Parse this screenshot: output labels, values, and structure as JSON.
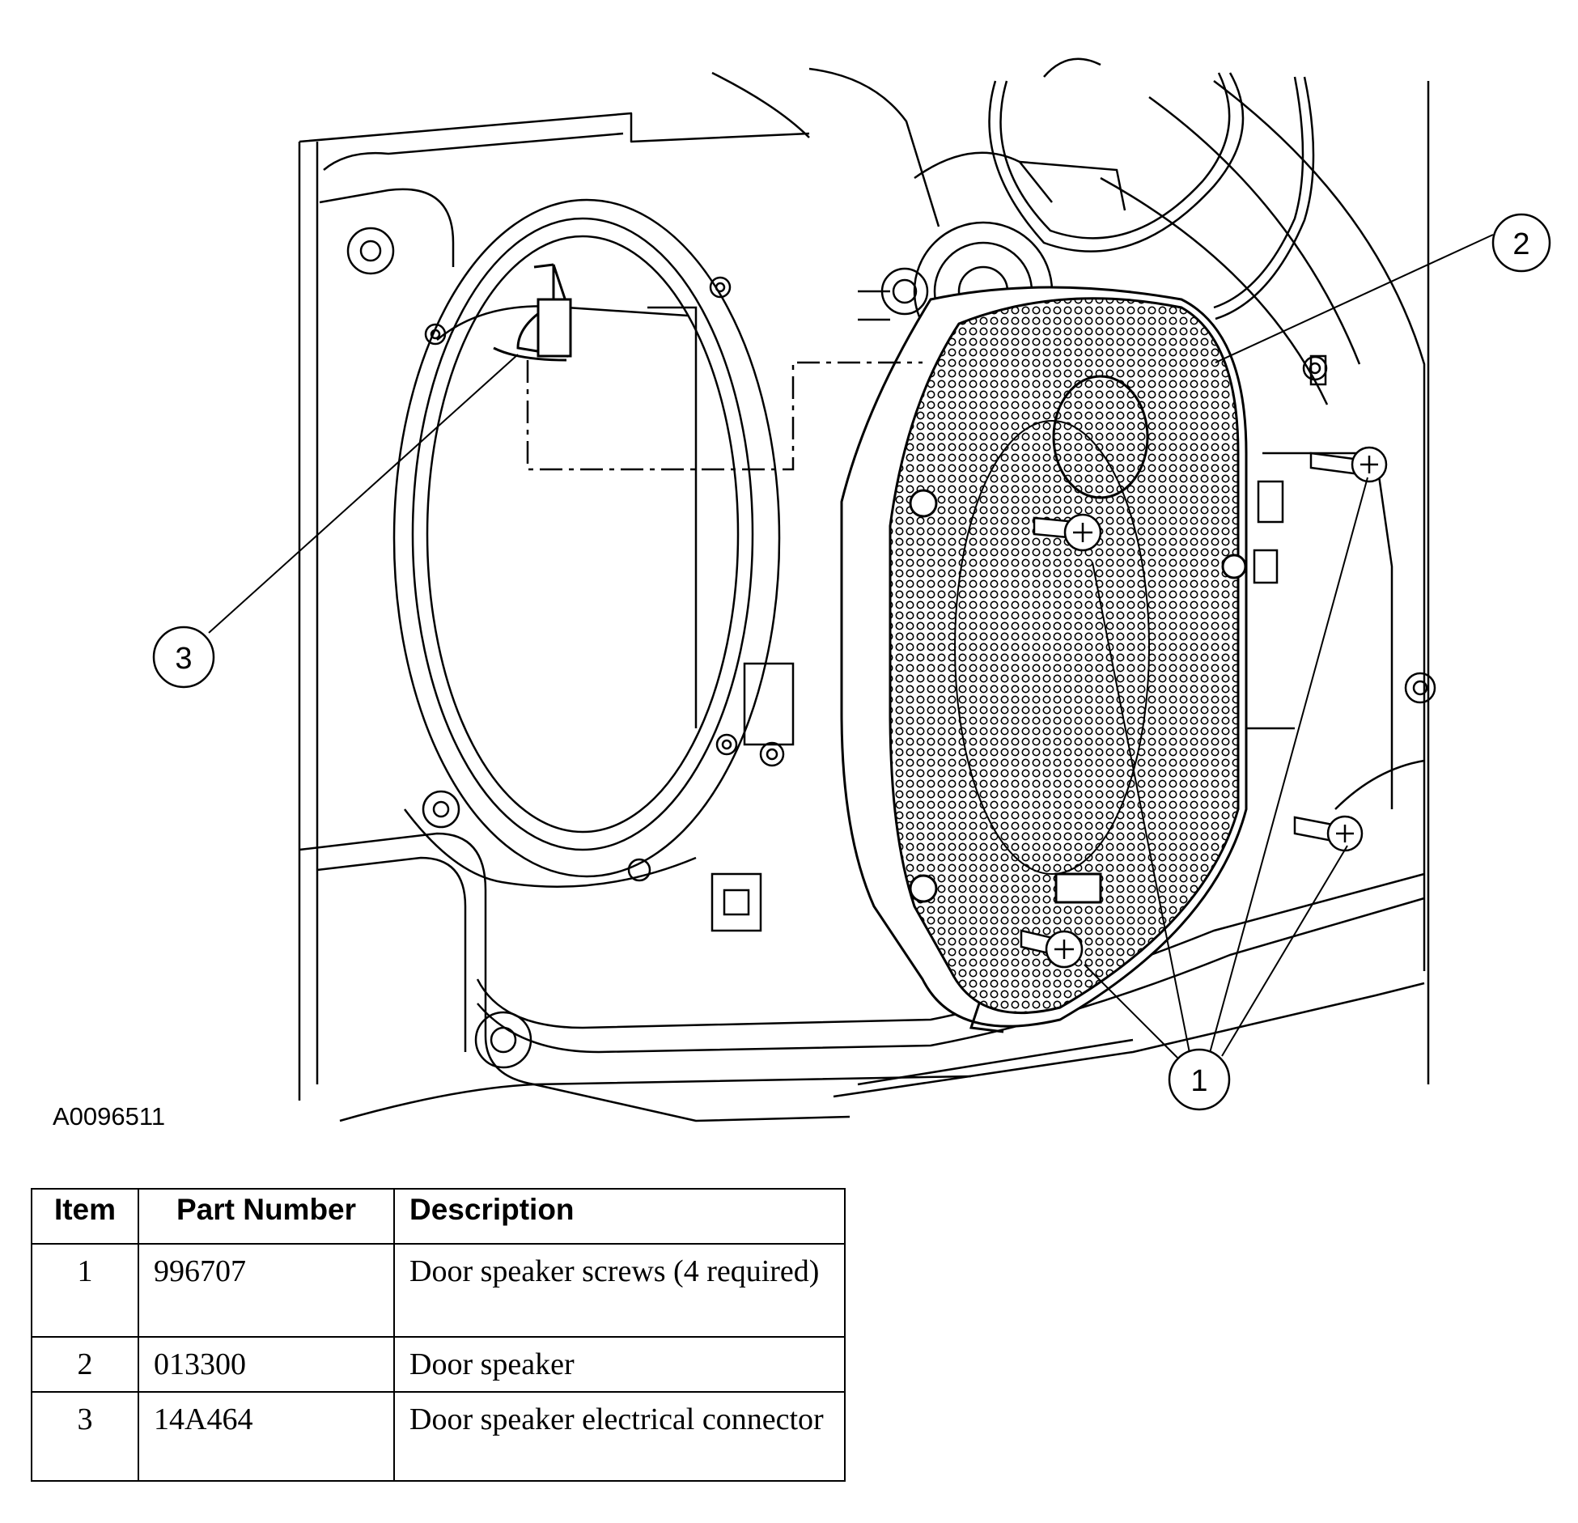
{
  "figure": {
    "id": "A0096511",
    "callouts": [
      "1",
      "2",
      "3"
    ]
  },
  "table": {
    "headers": [
      "Item",
      "Part Number",
      "Description"
    ],
    "rows": [
      {
        "item": "1",
        "part_number": "996707",
        "description": "Door speaker screws (4 required)"
      },
      {
        "item": "2",
        "part_number": "013300",
        "description": "Door speaker"
      },
      {
        "item": "3",
        "part_number": "14A464",
        "description": "Door speaker electrical connector"
      }
    ]
  }
}
